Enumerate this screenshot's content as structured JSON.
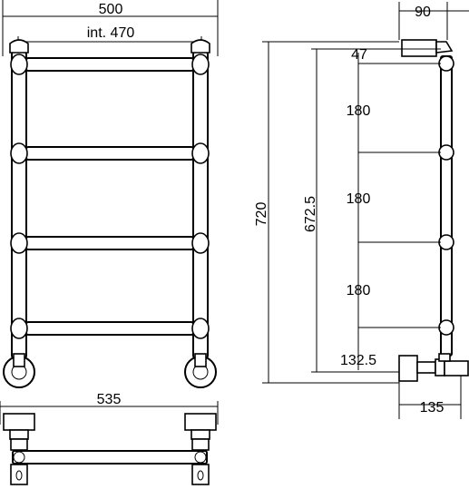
{
  "dimensions": {
    "front_overall_width": "500",
    "front_interaxis": "int. 470",
    "bottom_total_width": "535",
    "side_depth_top": "90",
    "side_top_offset": "47",
    "side_spacing_1": "180",
    "side_spacing_2": "180",
    "side_spacing_3": "180",
    "side_bottom_offset": "132.5",
    "side_height_total": "720",
    "side_height_inner": "672.5",
    "side_depth_bottom": "135"
  },
  "colors": {
    "line": "#000000",
    "background": "#ffffff"
  }
}
